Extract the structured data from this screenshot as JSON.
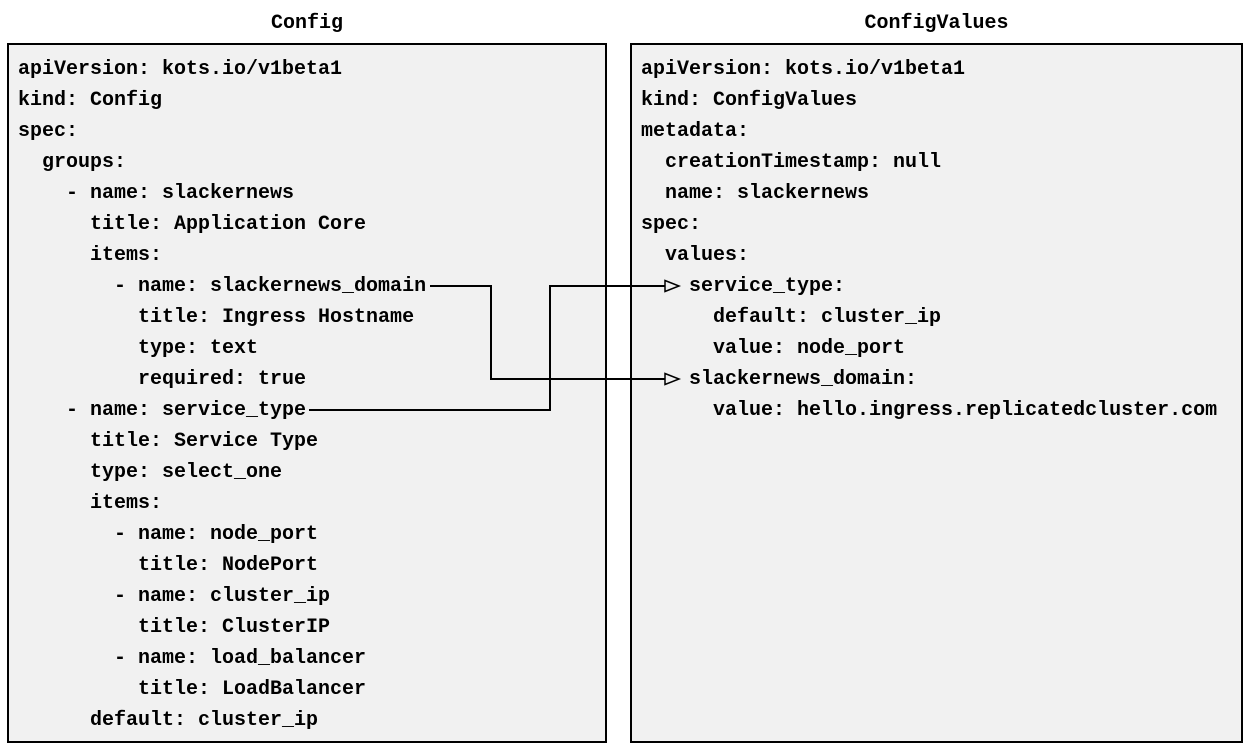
{
  "left_panel": {
    "title": "Config",
    "lines": [
      "apiVersion: kots.io/v1beta1",
      "kind: Config",
      "spec:",
      "  groups:",
      "    - name: slackernews",
      "      title: Application Core",
      "      items:",
      "        - name: slackernews_domain",
      "          title: Ingress Hostname",
      "          type: text",
      "          required: true",
      "    - name: service_type",
      "      title: Service Type",
      "      type: select_one",
      "      items:",
      "        - name: node_port",
      "          title: NodePort",
      "        - name: cluster_ip",
      "          title: ClusterIP",
      "        - name: load_balancer",
      "          title: LoadBalancer",
      "      default: cluster_ip"
    ]
  },
  "right_panel": {
    "title": "ConfigValues",
    "lines": [
      "apiVersion: kots.io/v1beta1",
      "kind: ConfigValues",
      "metadata:",
      "  creationTimestamp: null",
      "  name: slackernews",
      "spec:",
      "  values:",
      "    service_type:",
      "      default: cluster_ip",
      "      value: node_port",
      "    slackernews_domain:",
      "      value: hello.ingress.replicatedcluster.com"
    ]
  },
  "connections": [
    {
      "from": "Config item slackernews_domain",
      "to": "ConfigValues value slackernews_domain"
    },
    {
      "from": "Config item service_type",
      "to": "ConfigValues value service_type"
    }
  ],
  "colors": {
    "page_bg": "#ffffff",
    "panel_bg": "#f1f1f1",
    "border": "#000000",
    "text": "#000000",
    "arrow": "#000000"
  }
}
